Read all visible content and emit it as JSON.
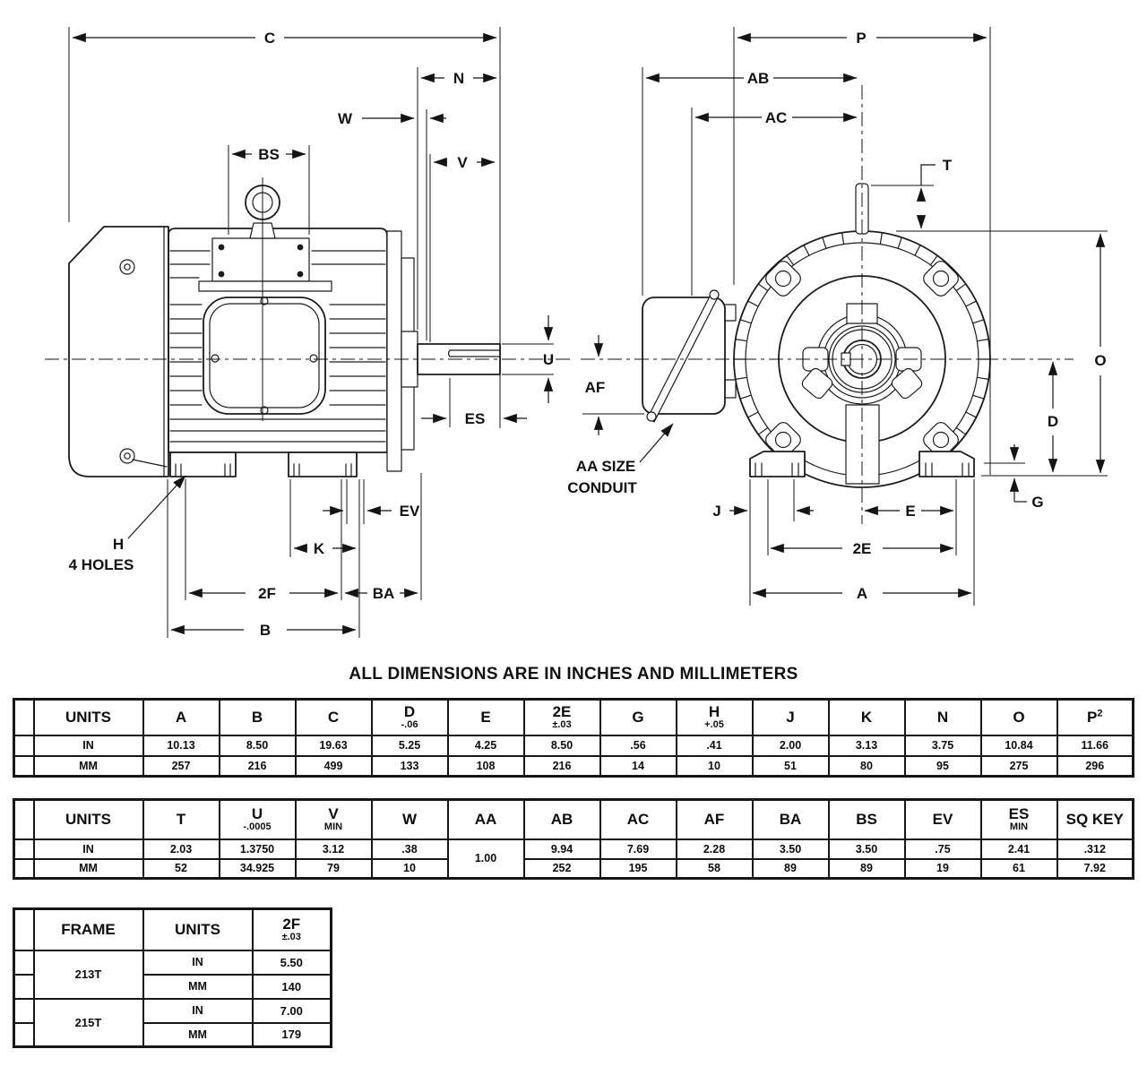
{
  "title": "ALL DIMENSIONS ARE IN INCHES AND MILLIMETERS",
  "side_view": {
    "c": "C",
    "n": "N",
    "w": "W",
    "bs": "BS",
    "v": "V",
    "u": "U",
    "es": "ES",
    "ev": "EV",
    "k": "K",
    "f2": "2F",
    "ba": "BA",
    "b": "B",
    "h": "H",
    "holes": "4 HOLES"
  },
  "end_view": {
    "p": "P",
    "ab": "AB",
    "ac": "AC",
    "t": "T",
    "o": "O",
    "d": "D",
    "g": "G",
    "af": "AF",
    "j": "J",
    "e": "E",
    "e2": "2E",
    "a": "A",
    "aa1": "AA SIZE",
    "aa2": "CONDUIT"
  },
  "table_in_mm": {
    "headers": {
      "units": "UNITS",
      "a": "A",
      "b": "B",
      "c": "C",
      "d": "D",
      "d_sub": "-.06",
      "e": "E",
      "e2": "2E",
      "e2_sub": "±.03",
      "g": "G",
      "h": "H",
      "h_sub": "+.05",
      "j": "J",
      "k": "K",
      "n": "N",
      "o": "O",
      "p": "P",
      "p_sup": "2"
    },
    "rows": [
      {
        "unit": "IN",
        "values": [
          "10.13",
          "8.50",
          "19.63",
          "5.25",
          "4.25",
          "8.50",
          ".56",
          ".41",
          "2.00",
          "3.13",
          "3.75",
          "10.84",
          "11.66"
        ]
      },
      {
        "unit": "MM",
        "values": [
          "257",
          "216",
          "499",
          "133",
          "108",
          "216",
          "14",
          "10",
          "51",
          "80",
          "95",
          "275",
          "296"
        ]
      }
    ]
  },
  "table_shaft": {
    "headers": {
      "units": "UNITS",
      "t": "T",
      "u": "U",
      "u_sub": "-.0005",
      "v": "V",
      "v_sub": "MIN",
      "w": "W",
      "aa": "AA",
      "ab": "AB",
      "ac": "AC",
      "af": "AF",
      "ba": "BA",
      "bs": "BS",
      "ev": "EV",
      "es": "ES",
      "es_sub": "MIN",
      "sqkey": "SQ KEY"
    },
    "aa_value": "1.00",
    "rows": [
      {
        "unit": "IN",
        "values": [
          "2.03",
          "1.3750",
          "3.12",
          ".38",
          "9.94",
          "7.69",
          "2.28",
          "3.50",
          "3.50",
          ".75",
          "2.41",
          ".312"
        ]
      },
      {
        "unit": "MM",
        "values": [
          "52",
          "34.925",
          "79",
          "10",
          "252",
          "195",
          "58",
          "89",
          "89",
          "19",
          "61",
          "7.92"
        ]
      }
    ]
  },
  "table_frame": {
    "headers": {
      "frame": "FRAME",
      "units": "UNITS",
      "f2": "2F",
      "f2_sub": "±.03"
    },
    "groups": [
      {
        "frame": "213T",
        "rows": [
          {
            "unit": "IN",
            "value": "5.50"
          },
          {
            "unit": "MM",
            "value": "140"
          }
        ]
      },
      {
        "frame": "215T",
        "rows": [
          {
            "unit": "IN",
            "value": "7.00"
          },
          {
            "unit": "MM",
            "value": "179"
          }
        ]
      }
    ]
  }
}
